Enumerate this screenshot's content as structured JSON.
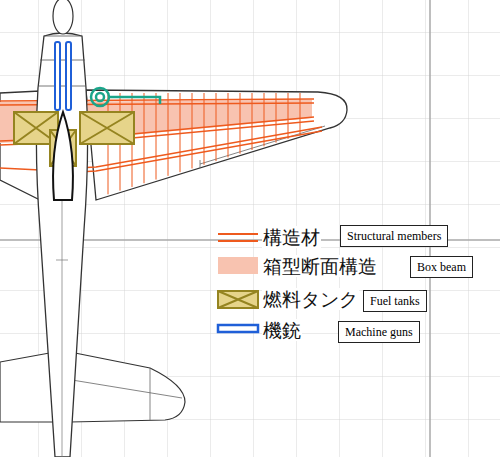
{
  "diagram": {
    "nodes": [
      {
        "text": [
          "Structural members"
        ]
      },
      {
        "text": [
          "Box beam"
        ]
      },
      {
        "text": [
          "Fuel tanks"
        ]
      },
      {
        "text": [
          "Machine guns"
        ]
      }
    ],
    "legend": [
      {
        "text": "構造材"
      },
      {
        "text": "箱型断面構造",
        "color": "#f8c3b0"
      },
      {
        "text": "燃料タンク"
      },
      {
        "text": "機銃"
      }
    ]
  }
}
